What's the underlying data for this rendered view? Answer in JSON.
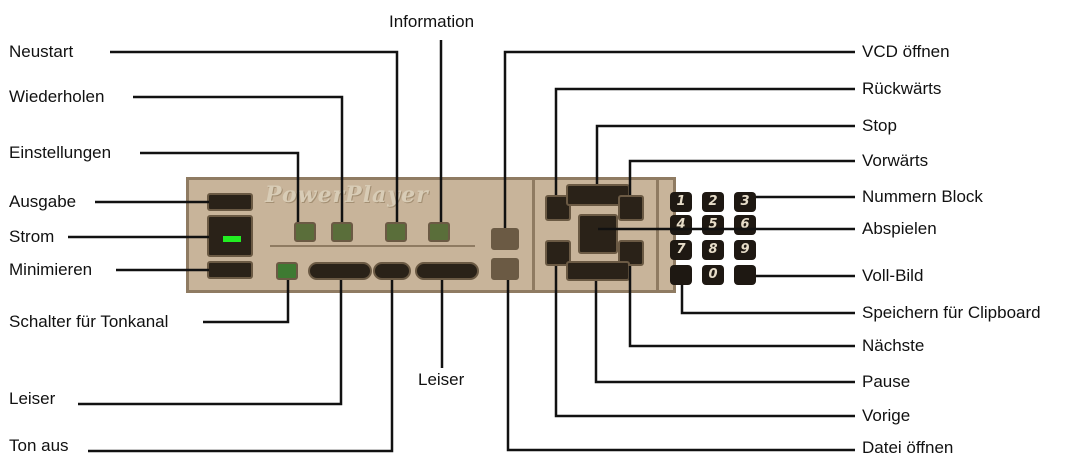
{
  "title": "Information",
  "logo_text": "PowerPlayer",
  "labels_left": {
    "neustart": "Neustart",
    "wiederholen": "Wiederholen",
    "einstellungen": "Einstellungen",
    "ausgabe": "Ausgabe",
    "strom": "Strom",
    "minimieren": "Minimieren",
    "schalter": "Schalter für Tonkanal",
    "leiser_left": "Leiser",
    "ton_aus": "Ton aus"
  },
  "labels_center": {
    "leiser": "Leiser"
  },
  "labels_right": {
    "vcd": "VCD öffnen",
    "rueckwaerts": "Rückwärts",
    "stop": "Stop",
    "vorwaerts": "Vorwärts",
    "nummern": "Nummern Block",
    "abspielen": "Abspielen",
    "vollbild": "Voll-Bild",
    "clipboard": "Speichern für Clipboard",
    "naechste": "Nächste",
    "pause": "Pause",
    "vorige": "Vorige",
    "datei": "Datei öffnen"
  },
  "keypad": [
    "1",
    "2",
    "3",
    "4",
    "5",
    "6",
    "7",
    "8",
    "9",
    "0"
  ],
  "colors": {
    "panel": "#c8b49a",
    "led": "#22ee22",
    "button": "#2a2218"
  }
}
